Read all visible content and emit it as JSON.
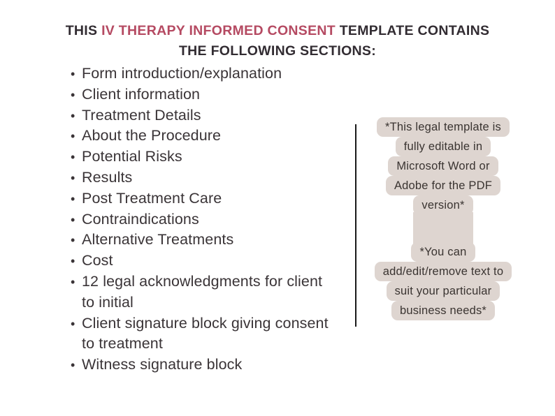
{
  "title": {
    "part1": "THIS",
    "accent": "IV THERAPY INFORMED CONSENT",
    "part2": "TEMPLATE CONTAINS",
    "line2": "THE FOLLOWING SECTIONS:"
  },
  "sections": {
    "bullet_glyph": "•",
    "items": [
      "Form introduction/explanation",
      "Client information",
      "Treatment Details",
      "About the Procedure",
      "Potential Risks",
      "Results",
      "Post Treatment Care",
      "Contraindications",
      "Alternative Treatments",
      "Cost",
      {
        "lines": [
          "12 legal acknowledgments for client",
          "to initial"
        ]
      },
      {
        "lines": [
          "Client signature block giving consent",
          "to treatment"
        ]
      },
      "Witness signature block"
    ]
  },
  "notes": {
    "block1": [
      "*This legal template is",
      "fully editable in",
      "Microsoft Word or",
      "Adobe for the PDF",
      "version*"
    ],
    "block2": [
      "*You can",
      "add/edit/remove text to",
      "suit your particular",
      "business needs*"
    ]
  },
  "colors": {
    "page_bg": "#ffffff",
    "accent": "#b54a62",
    "title_text": "#322c32",
    "body_text": "#3a3437",
    "note_text": "#3a3431",
    "highlight_bg": "#ded5d0",
    "divider": "#1a1a1a"
  }
}
